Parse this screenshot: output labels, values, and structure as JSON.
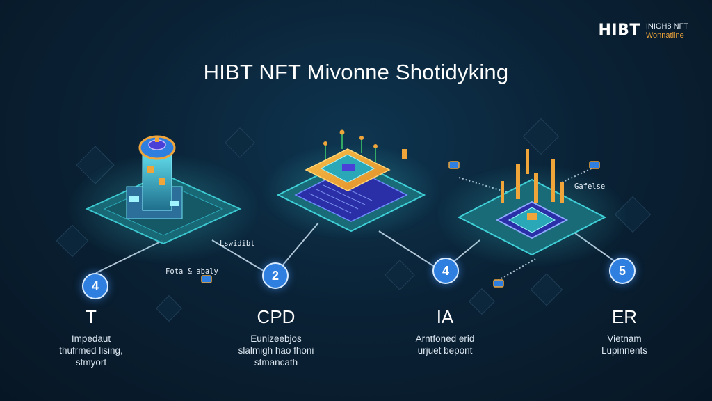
{
  "header": {
    "logo_mark": "HIBT",
    "logo_line1": "INIGH8 NFT",
    "logo_line2": "Wonnatline",
    "title": "HIBT NFT Mivonne Shotidyking"
  },
  "steps": [
    {
      "number": "4",
      "heading": "T",
      "desc_lines": [
        "Impedaut",
        "thufrmed lising,",
        "stmyort"
      ]
    },
    {
      "number": "2",
      "heading": "CPD",
      "desc_lines": [
        "Eunizeebjos",
        "slalmigh hao fhoni",
        "stmancath"
      ]
    },
    {
      "number": "4",
      "heading": "IA",
      "desc_lines": [
        "Arntfoned erid",
        "urjuet bepont"
      ]
    },
    {
      "number": "5",
      "heading": "ER",
      "desc_lines": [
        "Vietnam",
        "Lupinnents"
      ]
    }
  ],
  "callouts": {
    "left_a": "Lswidibt",
    "left_b": "Fota & abaly",
    "right_a": "Gafelse"
  },
  "colors": {
    "background": "#0a2236",
    "platform": "#1a6b78",
    "platform_edge": "#3fd0d8",
    "accent_orange": "#f0a53a",
    "accent_blue": "#2f7fe0",
    "chip_purple": "#4a3fd6"
  }
}
